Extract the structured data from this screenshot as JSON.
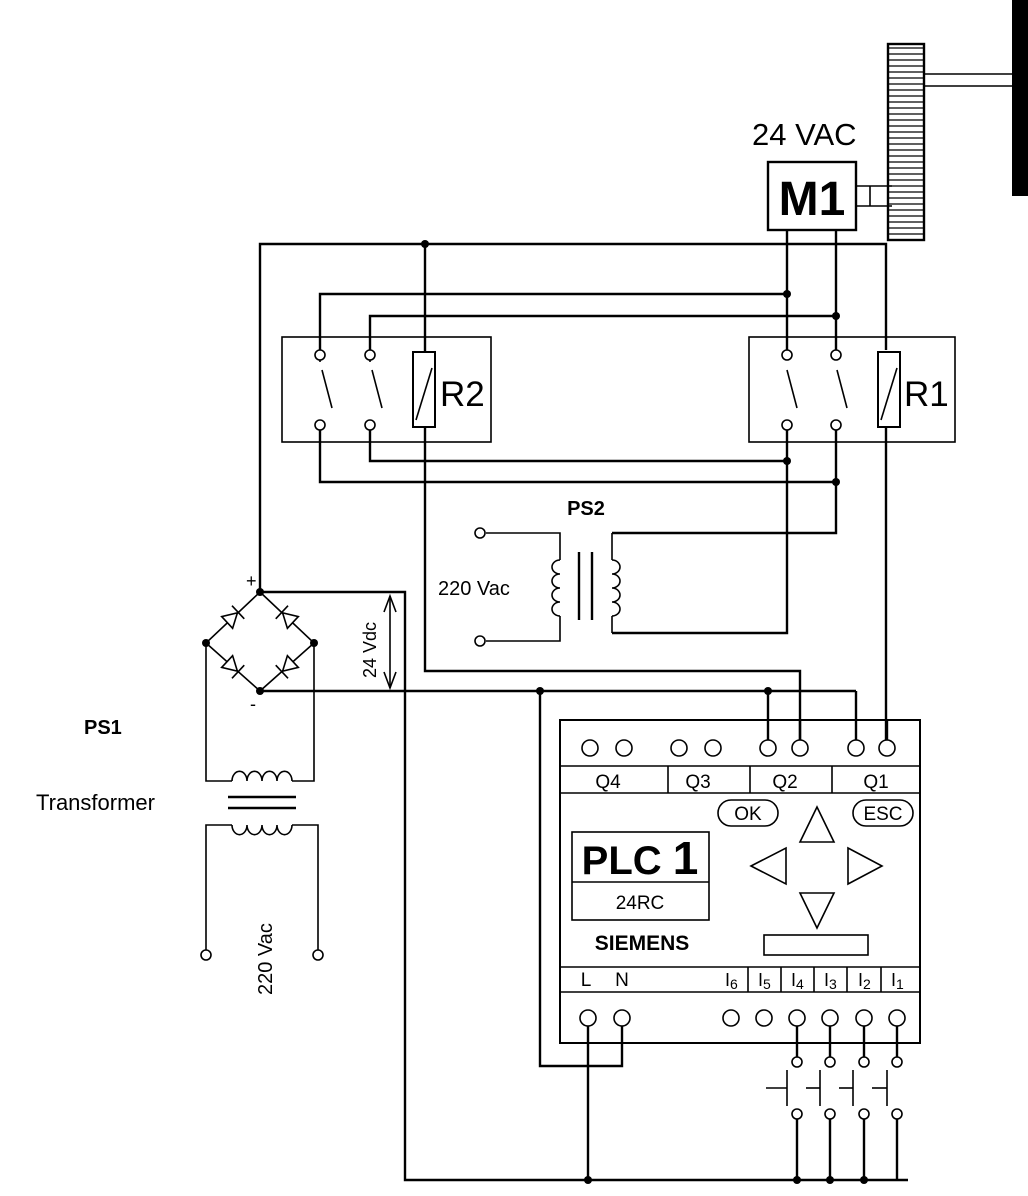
{
  "motor": {
    "id": "M1",
    "voltage": "24 VAC"
  },
  "relay_1": {
    "label": "R1"
  },
  "relay_2": {
    "label": "R2"
  },
  "ps2": {
    "label": "PS2",
    "input": "220 Vac"
  },
  "ps1": {
    "label": "PS1",
    "transformer": "Transformer",
    "input": "220 Vac",
    "output": "24 Vdc",
    "plus": "+",
    "minus": "-"
  },
  "plc": {
    "title": "PLC",
    "number": "1",
    "model": "24RC",
    "brand": "SIEMENS",
    "keys": {
      "ok": "OK",
      "esc": "ESC"
    },
    "outputs": [
      "Q4",
      "Q3",
      "Q2",
      "Q1"
    ],
    "power": [
      "L",
      "N"
    ],
    "inputs": [
      {
        "base": "I",
        "sub": "6"
      },
      {
        "base": "I",
        "sub": "5"
      },
      {
        "base": "I",
        "sub": "4"
      },
      {
        "base": "I",
        "sub": "3"
      },
      {
        "base": "I",
        "sub": "2"
      },
      {
        "base": "I",
        "sub": "1"
      }
    ]
  },
  "colors": {
    "line": "#000000",
    "background": "#ffffff"
  }
}
